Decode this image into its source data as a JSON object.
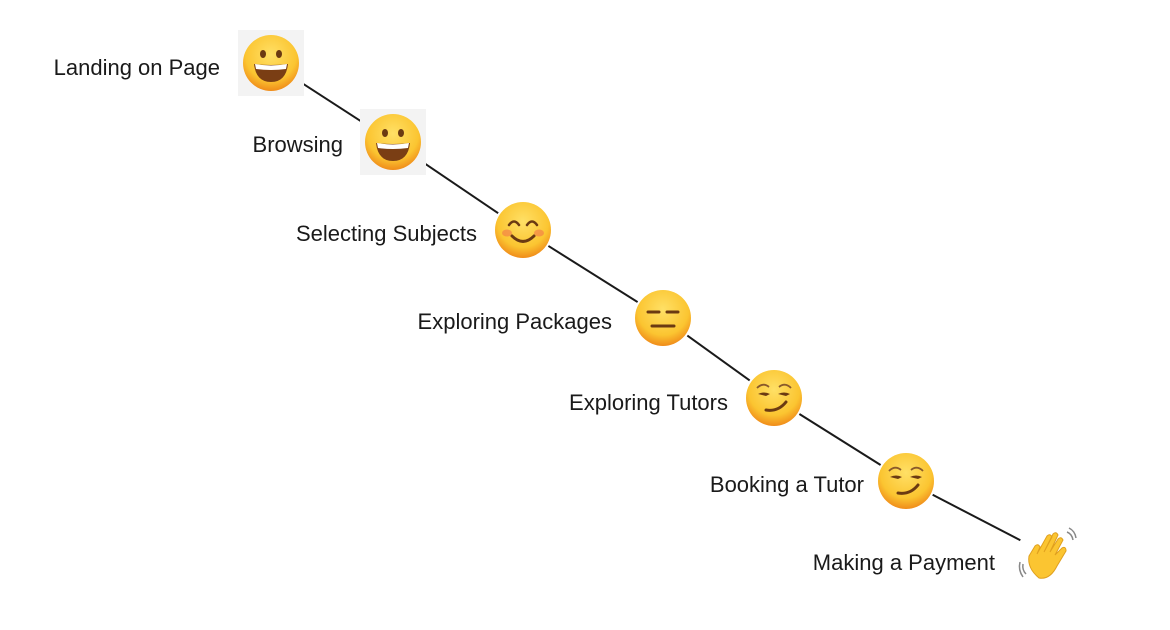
{
  "diagram": {
    "type": "user-journey-emotion-path",
    "stages": [
      {
        "label": "Landing on Page",
        "emotion": "grinning-face",
        "tile": true
      },
      {
        "label": "Browsing",
        "emotion": "grinning-face",
        "tile": true
      },
      {
        "label": "Selecting Subjects",
        "emotion": "smiling-face-with-smiling-eyes",
        "tile": false
      },
      {
        "label": "Exploring Packages",
        "emotion": "expressionless-face",
        "tile": false
      },
      {
        "label": "Exploring Tutors",
        "emotion": "smirking-face",
        "tile": false
      },
      {
        "label": "Booking a Tutor",
        "emotion": "smirking-face",
        "tile": false
      },
      {
        "label": "Making a Payment",
        "emotion": "waving-hand",
        "tile": false
      }
    ],
    "colors": {
      "line": "#1a1a1a",
      "text": "#1a1a1a",
      "emoji_face": "#fbc531",
      "tile_background": "#f3f3f3"
    }
  }
}
